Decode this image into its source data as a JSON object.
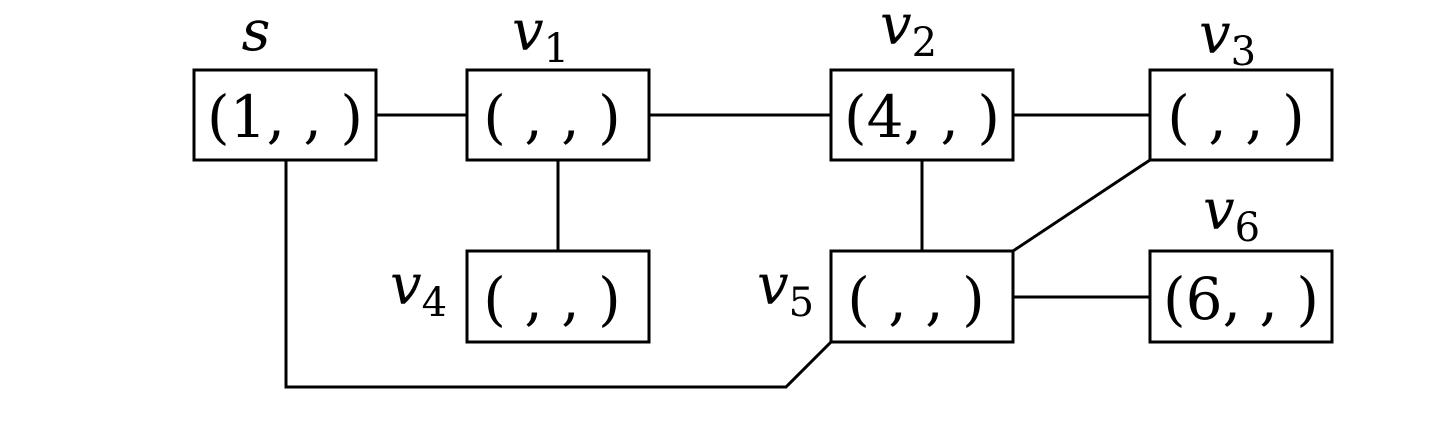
{
  "nodes": {
    "s": {
      "name": "s",
      "subscript": "",
      "text": "(1, , )"
    },
    "v1": {
      "name": "v",
      "subscript": "1",
      "text": "( , , )"
    },
    "v2": {
      "name": "v",
      "subscript": "2",
      "text": "(4, , )"
    },
    "v3": {
      "name": "v",
      "subscript": "3",
      "text": "( , , )"
    },
    "v4": {
      "name": "v",
      "subscript": "4",
      "text": "( , , )"
    },
    "v5": {
      "name": "v",
      "subscript": "5",
      "text": "( , , )"
    },
    "v6": {
      "name": "v",
      "subscript": "6",
      "text": "(6, , )"
    }
  },
  "edges": [
    [
      "s",
      "v1"
    ],
    [
      "v1",
      "v2"
    ],
    [
      "v2",
      "v3"
    ],
    [
      "v1",
      "v4"
    ],
    [
      "v2",
      "v5"
    ],
    [
      "v3",
      "v5"
    ],
    [
      "v5",
      "v6"
    ],
    [
      "s",
      "v5"
    ]
  ]
}
